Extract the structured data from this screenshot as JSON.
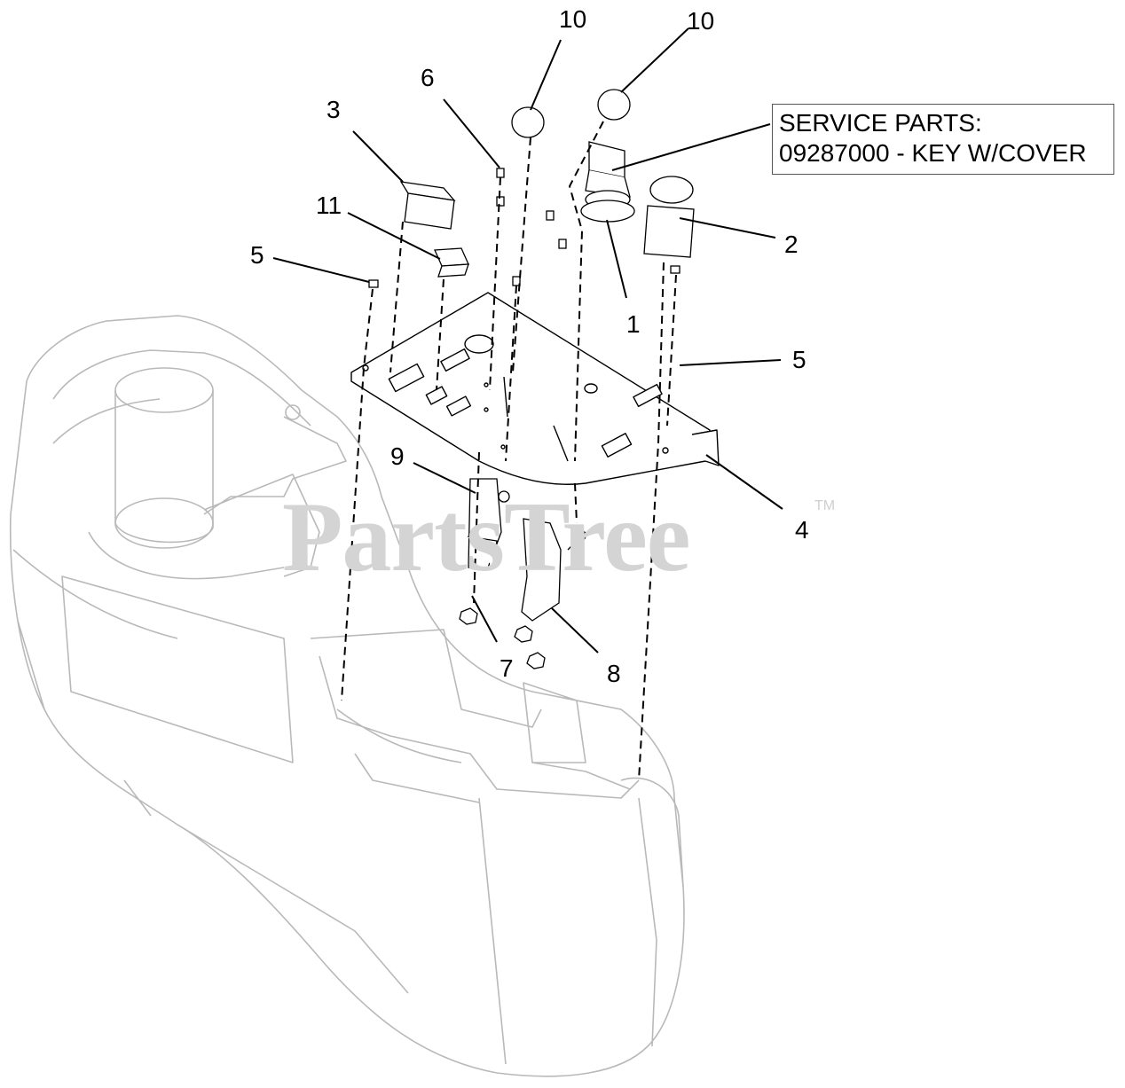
{
  "watermark": {
    "brand": "PartsTree",
    "tm": "TM"
  },
  "service_box": {
    "line1": "SERVICE PARTS:",
    "line2": "09287000 - KEY W/COVER"
  },
  "callouts": {
    "c1": "1",
    "c2": "2",
    "c3": "3",
    "c4": "4",
    "c5_left": "5",
    "c5_right": "5",
    "c6": "6",
    "c7": "7",
    "c8": "8",
    "c9": "9",
    "c10_left": "10",
    "c10_right": "10",
    "c11": "11"
  }
}
